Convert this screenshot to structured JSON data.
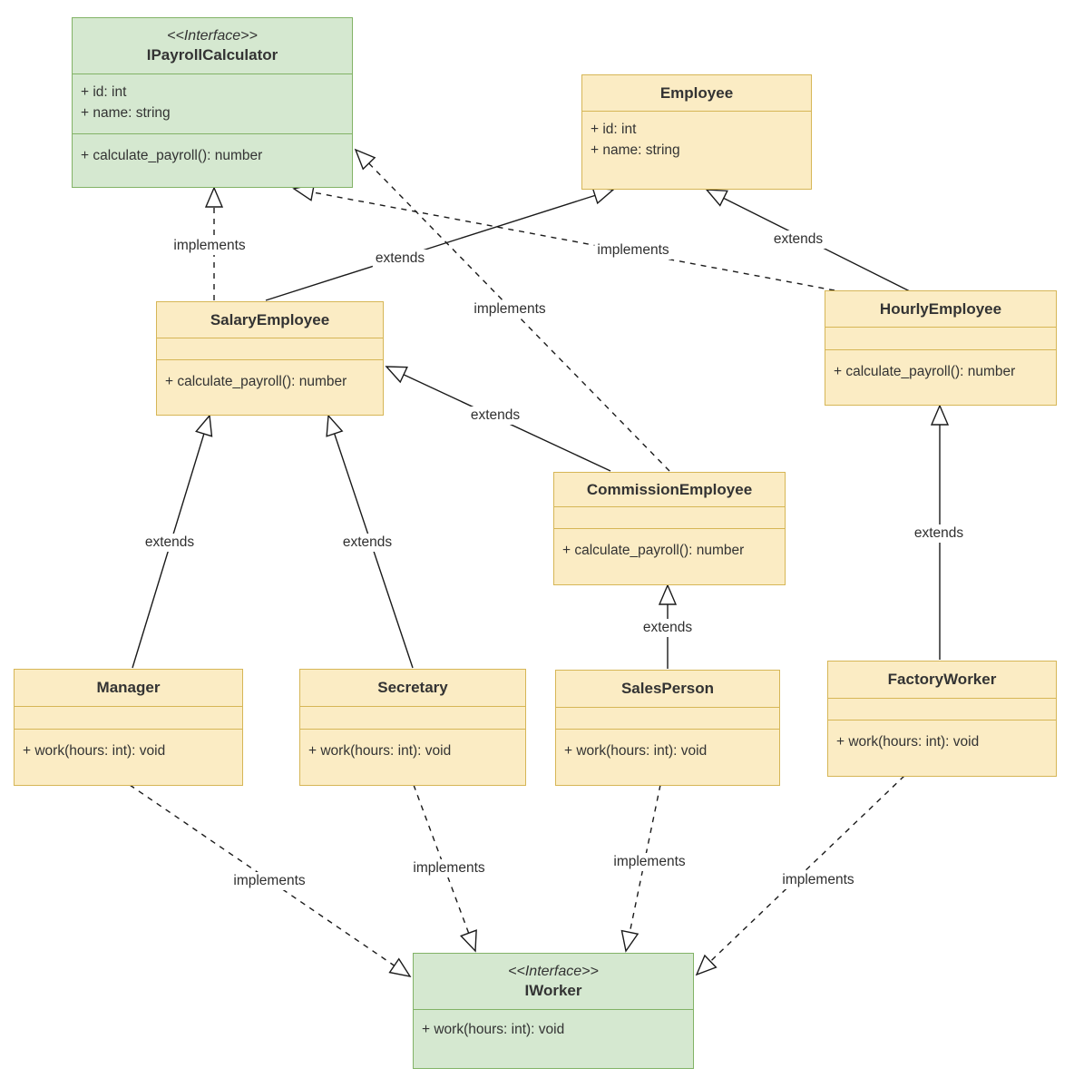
{
  "classes": {
    "ipayroll": {
      "stereotype": "<<Interface>>",
      "name": "IPayrollCalculator",
      "attributes": [
        "+ id: int",
        "+ name: string"
      ],
      "methods": [
        "+ calculate_payroll(): number"
      ]
    },
    "employee": {
      "name": "Employee",
      "attributes": [
        "+ id: int",
        "+ name: string"
      ]
    },
    "salary": {
      "name": "SalaryEmployee",
      "methods": [
        "+ calculate_payroll(): number"
      ]
    },
    "hourly": {
      "name": "HourlyEmployee",
      "methods": [
        "+ calculate_payroll(): number"
      ]
    },
    "commission": {
      "name": "CommissionEmployee",
      "methods": [
        "+ calculate_payroll(): number"
      ]
    },
    "manager": {
      "name": "Manager",
      "methods": [
        "+ work(hours: int): void"
      ]
    },
    "secretary": {
      "name": "Secretary",
      "methods": [
        "+ work(hours: int): void"
      ]
    },
    "salesperson": {
      "name": "SalesPerson",
      "methods": [
        "+ work(hours: int): void"
      ]
    },
    "factory": {
      "name": "FactoryWorker",
      "methods": [
        "+ work(hours: int): void"
      ]
    },
    "iworker": {
      "stereotype": "<<Interface>>",
      "name": "IWorker",
      "methods": [
        "+ work(hours: int): void"
      ]
    }
  },
  "edges": [
    {
      "from": "SalaryEmployee",
      "to": "IPayrollCalculator",
      "type": "implements",
      "label": "implements"
    },
    {
      "from": "SalaryEmployee",
      "to": "Employee",
      "type": "extends",
      "label": "extends"
    },
    {
      "from": "HourlyEmployee",
      "to": "Employee",
      "type": "extends",
      "label": "extends"
    },
    {
      "from": "HourlyEmployee",
      "to": "IPayrollCalculator",
      "type": "implements",
      "label": "implements"
    },
    {
      "from": "CommissionEmployee",
      "to": "IPayrollCalculator",
      "type": "implements",
      "label": "implements"
    },
    {
      "from": "CommissionEmployee",
      "to": "SalaryEmployee",
      "type": "extends",
      "label": "extends"
    },
    {
      "from": "Manager",
      "to": "SalaryEmployee",
      "type": "extends",
      "label": "extends"
    },
    {
      "from": "Secretary",
      "to": "SalaryEmployee",
      "type": "extends",
      "label": "extends"
    },
    {
      "from": "SalesPerson",
      "to": "CommissionEmployee",
      "type": "extends",
      "label": "extends"
    },
    {
      "from": "FactoryWorker",
      "to": "HourlyEmployee",
      "type": "extends",
      "label": "extends"
    },
    {
      "from": "Manager",
      "to": "IWorker",
      "type": "implements",
      "label": "implements"
    },
    {
      "from": "Secretary",
      "to": "IWorker",
      "type": "implements",
      "label": "implements"
    },
    {
      "from": "SalesPerson",
      "to": "IWorker",
      "type": "implements",
      "label": "implements"
    },
    {
      "from": "FactoryWorker",
      "to": "IWorker",
      "type": "implements",
      "label": "implements"
    }
  ],
  "colors": {
    "interface_fill": "#d5e8d0",
    "interface_border": "#82b366",
    "class_fill": "#fbecc4",
    "class_border": "#d6b656"
  }
}
